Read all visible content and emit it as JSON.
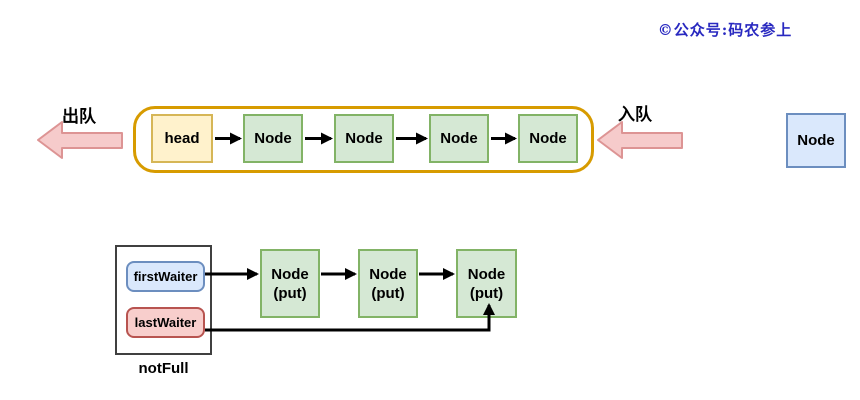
{
  "watermark": {
    "text": "©公众号:码农参上"
  },
  "queue": {
    "dequeue_label": "出队",
    "enqueue_label": "入队",
    "head_label": "head",
    "nodes": [
      {
        "label": "Node"
      },
      {
        "label": "Node"
      },
      {
        "label": "Node"
      },
      {
        "label": "Node"
      }
    ]
  },
  "detached_node": {
    "label": "Node"
  },
  "waiters": {
    "container_label": "notFull",
    "first_waiter_label": "firstWaiter",
    "last_waiter_label": "lastWaiter",
    "put_nodes": [
      {
        "line1": "Node",
        "line2": "(put)"
      },
      {
        "line1": "Node",
        "line2": "(put)"
      },
      {
        "line1": "Node",
        "line2": "(put)"
      }
    ]
  },
  "colors": {
    "yellow-fill": "#FFF2CC",
    "yellow-border": "#D6B656",
    "green-fill": "#D5E8D4",
    "green-border": "#82B366",
    "blue-fill": "#DAE8FC",
    "blue-border": "#6C8EBF",
    "red-fill": "#F8CECC",
    "red-border": "#B85450",
    "queue-border": "#D79B00",
    "container-border": "#404040",
    "arrow-pink-fill": "#F6CBCB",
    "arrow-pink-border": "#DD9494",
    "watermark-blue": "#2929C0",
    "connector-black": "#000000"
  }
}
